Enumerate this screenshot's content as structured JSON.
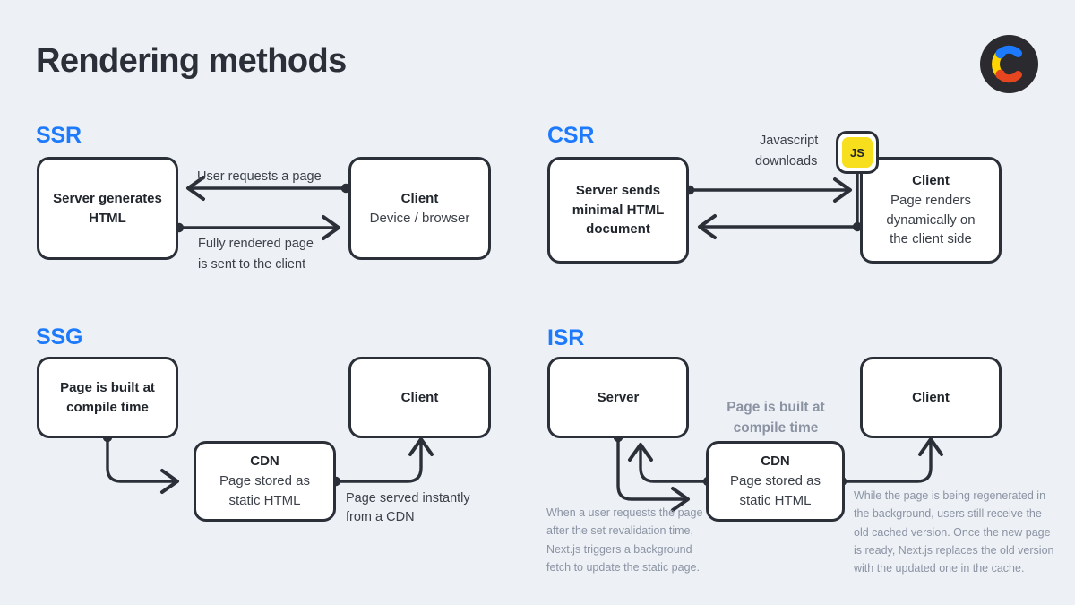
{
  "page": {
    "title": "Rendering methods",
    "background_color": "#edf1f6",
    "accent_color": "#1d7afc",
    "stroke_color": "#2b2f38",
    "muted_color": "#8b93a3",
    "divider_color": "#8fb8ec"
  },
  "logo": {
    "name": "contentful-logo",
    "circle_color": "#2b2b2f",
    "arc_blue": "#1d7afc",
    "arc_yellow": "#ffd500",
    "arc_orange": "#e5461f"
  },
  "quadrants": {
    "ssr": {
      "label": "SSR",
      "nodes": {
        "server": {
          "title": "Server generates",
          "title2": "HTML"
        },
        "client": {
          "title": "Client",
          "sub": "Device / browser"
        }
      },
      "edges": {
        "request": "User requests a page",
        "response_line1": "Fully rendered page",
        "response_line2": "is sent to the client"
      }
    },
    "csr": {
      "label": "CSR",
      "nodes": {
        "server": {
          "line1": "Server sends",
          "line2": "minimal HTML",
          "line3": "document"
        },
        "client": {
          "title": "Client",
          "sub1": "Page renders",
          "sub2": "dynamically on",
          "sub3": "the client side"
        },
        "js_badge": {
          "label": "JS",
          "color": "#f7df1e"
        }
      },
      "edges": {
        "download_line1": "Javascript",
        "download_line2": "downloads"
      }
    },
    "ssg": {
      "label": "SSG",
      "nodes": {
        "build": {
          "line1": "Page is built at",
          "line2": "compile time"
        },
        "cdn": {
          "title": "CDN",
          "sub1": "Page stored as",
          "sub2": "static HTML"
        },
        "client": {
          "title": "Client"
        }
      },
      "edges": {
        "served_line1": "Page served instantly",
        "served_line2": "from a CDN"
      }
    },
    "isr": {
      "label": "ISR",
      "nodes": {
        "server": {
          "title": "Server"
        },
        "cdn": {
          "title": "CDN",
          "sub1": "Page stored as",
          "sub2": "static HTML"
        },
        "client": {
          "title": "Client"
        }
      },
      "captions": {
        "built_line1": "Page is built at",
        "built_line2": "compile time",
        "left_note": "When a user requests the page after the set revalidation time, Next.js triggers a background fetch to update the static page.",
        "right_note": "While the page is being regenerated in the background, users still receive the old cached version. Once the new page is ready, Next.js replaces the old version with the updated one in the cache."
      }
    }
  }
}
